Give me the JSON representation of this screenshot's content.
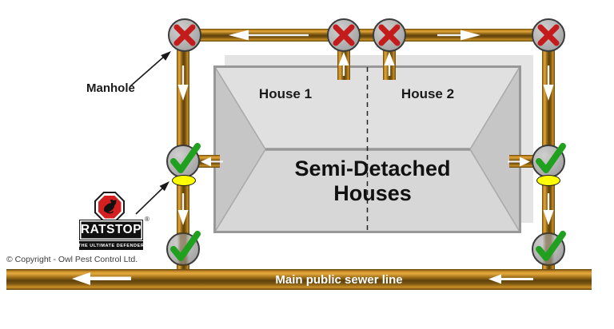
{
  "diagram": {
    "manhole_label": "Manhole",
    "house1_label": "House 1",
    "house2_label": "House 2",
    "center_title_line1": "Semi-Detached",
    "center_title_line2": "Houses",
    "sewer_label": "Main public sewer line",
    "copyright": "© Copyright - Owl Pest Control Ltd."
  },
  "logo": {
    "name": "RATSTOP",
    "tagline": "THE ULTIMATE DEFENDER",
    "registered_mark": "®"
  },
  "manholes": {
    "top_left": "blocked",
    "top_house1": "blocked",
    "top_house2": "blocked",
    "top_right": "blocked",
    "mid_left": "protected",
    "mid_right": "protected",
    "bottom_left": "protected",
    "bottom_right": "protected"
  },
  "icons": {
    "blocked": "red-x-icon",
    "protected": "green-check-icon",
    "flow": "white-flow-arrow-icon",
    "valve": "yellow-valve-oval",
    "brand": "rat-icon"
  },
  "colors": {
    "pipe_light": "#dfa339",
    "pipe_dark": "#5e420c",
    "blocked_x": "#c41c1c",
    "protected_check": "#1fa01f",
    "valve_yellow": "#ffff00",
    "house_fill": "#dedede",
    "house_side_fill": "#c6c6c6",
    "manhole_gray": "#b2b2b2",
    "logo_red": "#d31f1f"
  }
}
